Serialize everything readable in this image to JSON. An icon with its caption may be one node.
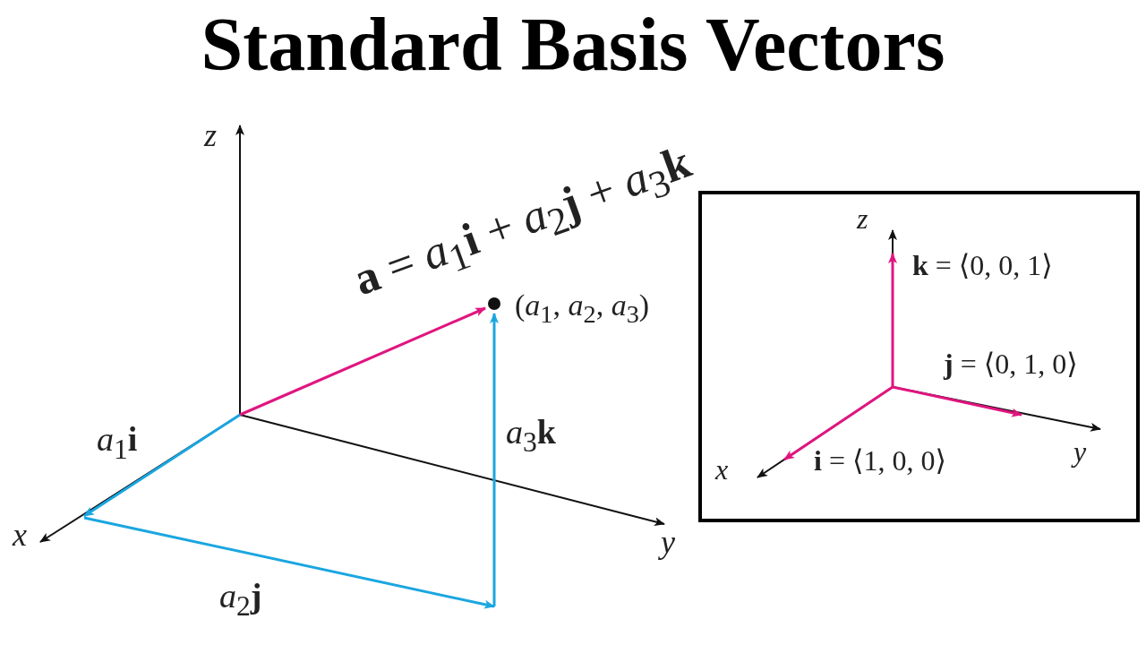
{
  "diagram": {
    "title": "Standard Basis Vectors",
    "nodes": [
      {
        "text": [
          "z",
          "**k** = ⟨0, 0, 1⟩",
          "**j** = ⟨0, 1, 0⟩",
          "x",
          "**i** = ⟨1, 0, 0⟩",
          "y"
        ]
      }
    ],
    "labels": [
      "z",
      "**a** = *a*$_{1}$**i** + *a*$_{2}$**j** + *a*$_{3}$**k**",
      "(*a*$_{1}$, *a*$_{2}$, *a*$_{3}$)",
      "*a*$_{1}$**i**",
      "*a*$_{3}$**k**",
      "x",
      "y",
      "*a*$_{2}$**j**"
    ]
  }
}
